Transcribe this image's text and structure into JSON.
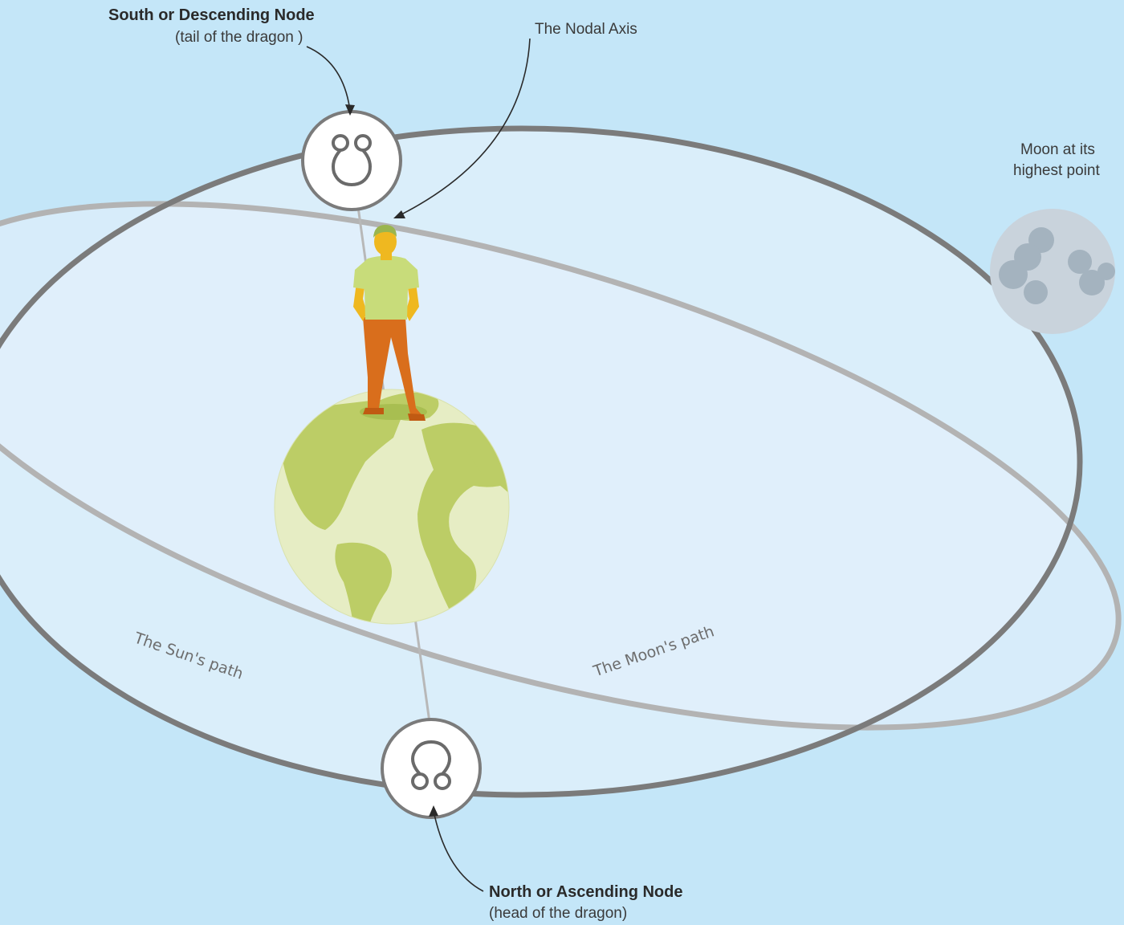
{
  "labels": {
    "south_node_title": "South or Descending Node",
    "south_node_sub": "(tail of the dragon )",
    "nodal_axis": "The Nodal Axis",
    "moon_high_line1": "Moon at its",
    "moon_high_line2": "highest point",
    "sun_path": "The Sun's path",
    "moon_path": "The Moon's path",
    "north_node_title": "North or Ascending Node",
    "north_node_sub": "(head of the dragon)"
  },
  "icons": {
    "south_node": "south-node-symbol-icon",
    "north_node": "north-node-symbol-icon"
  },
  "colors": {
    "background": "#c4e6f8",
    "orbit_fill": "#deeefa",
    "moon_orbit": "#7a7a7a",
    "sun_orbit": "#b0b0b0",
    "earth_land": "#bccd66",
    "earth_ocean": "#e6edc4",
    "person_shirt": "#c8dc7a",
    "person_pants": "#d96e1c",
    "person_skin": "#efb820",
    "moon": "#c9d3dc"
  }
}
